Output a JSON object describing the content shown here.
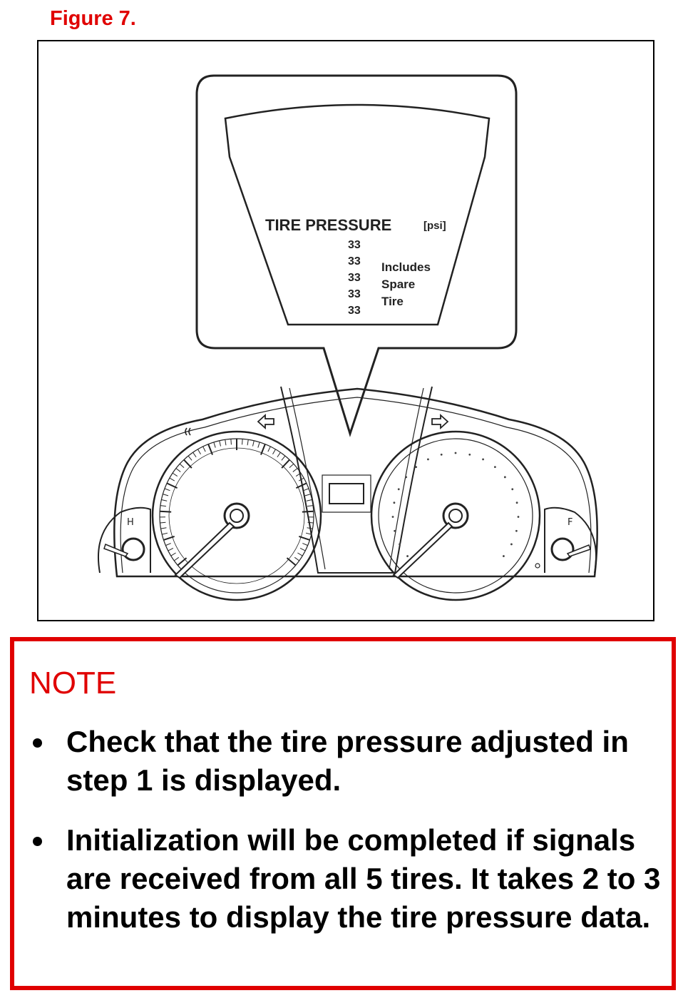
{
  "figure": {
    "title": "Figure 7.",
    "display": {
      "heading": "TIRE PRESSURE",
      "unit": "[psi]",
      "pressures": [
        "33",
        "33",
        "33",
        "33",
        "33"
      ],
      "note_lines": [
        "Includes",
        "Spare",
        "Tire"
      ]
    },
    "cluster": {
      "icons": [
        "engine-temp-icon",
        "left-turn-arrow-icon",
        "right-turn-arrow-icon",
        "fuel-icon"
      ],
      "gauge_labels": {
        "temp_high": "H",
        "fuel_full": "F"
      }
    }
  },
  "note": {
    "heading": "NOTE",
    "items": [
      "Check that the tire pressure adjusted in step 1 is displayed.",
      "Initialization will be completed if signals are received from all 5 tires. It takes 2 to 3 minutes to display the tire pressure data."
    ]
  },
  "colors": {
    "accent_red": "#e00000",
    "line": "#222222"
  }
}
